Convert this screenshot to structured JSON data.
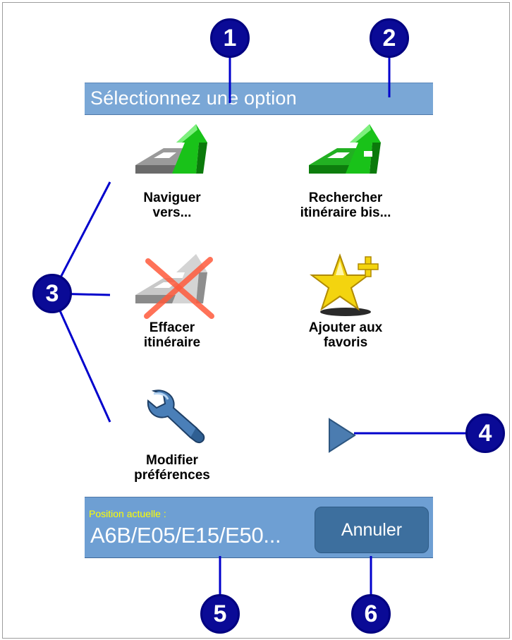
{
  "header": {
    "title": "Sélectionnez une option"
  },
  "menu": {
    "items": [
      {
        "label": "Naviguer\nvers...",
        "icon": "navigate-icon"
      },
      {
        "label": "Rechercher\nitinéraire bis...",
        "icon": "detour-route-icon"
      },
      {
        "label": "Effacer\nitinéraire",
        "icon": "clear-route-icon"
      },
      {
        "label": "Ajouter aux\nfavoris",
        "icon": "star-plus-icon"
      },
      {
        "label": "Modifier\npréférences",
        "icon": "wrench-icon"
      }
    ],
    "next_icon": "triangle-right-icon"
  },
  "footer": {
    "position_label": "Position actuelle :",
    "position_value": "A6B/E05/E15/E50...",
    "cancel_label": "Annuler"
  },
  "callouts": [
    "1",
    "2",
    "3",
    "4",
    "5",
    "6"
  ],
  "colors": {
    "header_bar": "#7aa7d6",
    "footer_bar": "#6e9fd3",
    "cancel_button": "#3d6f9e",
    "callout": "#0a0a96",
    "position_label": "#ffff00"
  }
}
